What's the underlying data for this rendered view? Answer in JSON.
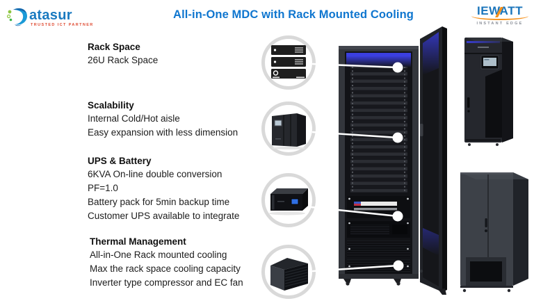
{
  "header": {
    "title": "All-in-One MDC with Rack Mounted Cooling"
  },
  "logos": {
    "datasur": {
      "name": "atasur",
      "tagline": "TRUSTED ICT PARTNER"
    },
    "iewatt": {
      "name": "IEWATT",
      "tagline": "INSTANT EDGE"
    }
  },
  "features": [
    {
      "heading": "Rack Space",
      "icon": "server-stack-icon",
      "lines": [
        "26U Rack Space"
      ]
    },
    {
      "heading": "Scalability",
      "icon": "cabinet-row-icon",
      "lines": [
        "Internal Cold/Hot aisle",
        "Easy expansion with less dimension"
      ]
    },
    {
      "heading": "UPS & Battery",
      "icon": "ups-unit-icon",
      "lines": [
        "6KVA On-line double conversion",
        "PF=1.0",
        "Battery pack for 5min backup time",
        "Customer UPS available to integrate"
      ]
    },
    {
      "heading": "Thermal Management",
      "icon": "cooling-unit-icon",
      "lines": [
        "All-in-One Rack mounted cooling",
        "Max the rack space cooling capacity",
        "Inverter type compressor and EC fan"
      ]
    }
  ],
  "colors": {
    "title_blue": "#0f76cf",
    "logo_blue": "#1b75bb",
    "logo_orange": "#f6921e",
    "datasur_blue": "#1a7ac0",
    "datasur_tagline_red": "#df4a31",
    "rack_led_blue": "#3b3fe0",
    "icon_ring_gray": "#d9d9d9"
  }
}
